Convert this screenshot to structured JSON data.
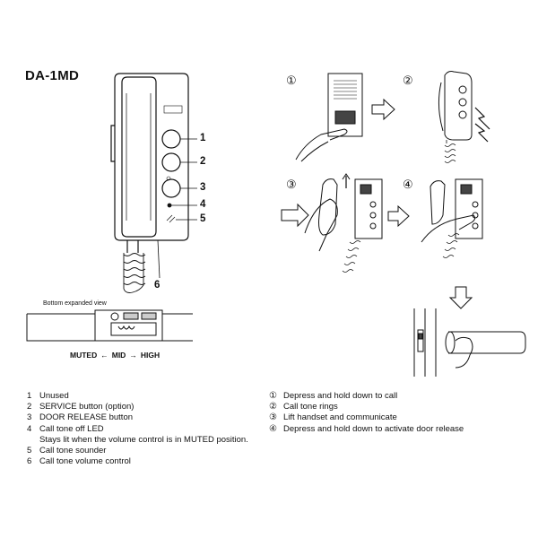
{
  "title": "DA-1MD",
  "callouts": [
    "1",
    "2",
    "3",
    "4",
    "5",
    "6"
  ],
  "bottom_view_label": "Bottom expanded view",
  "volume_scale": {
    "muted": "MUTED",
    "mid": "MID",
    "high": "HIGH",
    "arrow_left": "←",
    "arrow_right": "→"
  },
  "step_markers": [
    "①",
    "②",
    "③",
    "④"
  ],
  "left_legend": [
    {
      "num": "1",
      "text": "Unused"
    },
    {
      "num": "2",
      "text": "SERVICE button (option)"
    },
    {
      "num": "3",
      "text": "DOOR RELEASE button"
    },
    {
      "num": "4",
      "text": "Call tone off LED"
    },
    {
      "num": "",
      "text": "Stays lit when the volume control is in MUTED position."
    },
    {
      "num": "5",
      "text": "Call tone sounder"
    },
    {
      "num": "6",
      "text": "Call tone volume control"
    }
  ],
  "right_legend": [
    {
      "num": "①",
      "text": "Depress and hold down to call"
    },
    {
      "num": "②",
      "text": "Call tone rings"
    },
    {
      "num": "③",
      "text": "Lift handset and communicate"
    },
    {
      "num": "④",
      "text": "Depress and hold down to activate door release"
    }
  ]
}
